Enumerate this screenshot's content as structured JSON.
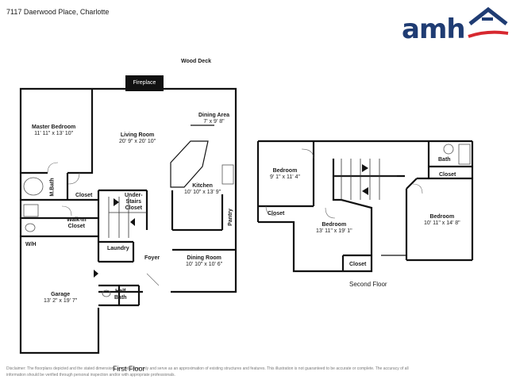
{
  "header": {
    "address": "7117 Daerwood Place, Charlotte"
  },
  "logo": {
    "text": "amh",
    "colors": {
      "blue": "#1f3c73",
      "red": "#d7282f"
    }
  },
  "floors": {
    "first": "First Floor",
    "second": "Second Floor"
  },
  "labels": {
    "wood_deck": "Wood Deck",
    "fireplace": "Fireplace",
    "dining_area": {
      "name": "Dining Area",
      "dims": "7' x 9' 8\""
    },
    "master_bedroom": {
      "name": "Master Bedroom",
      "dims": "11' 11\" x 13' 10\""
    },
    "living_room": {
      "name": "Living Room",
      "dims": "20' 9\" x 20' 10\""
    },
    "kitchen": {
      "name": "Kitchen",
      "dims": "10' 10\" x 13' 9\""
    },
    "m_bath": "M.Bath",
    "closet": "Closet",
    "under_stairs": "Under-\nStairs\nCloset",
    "walk_in": "Walk-In\nCloset",
    "pantry": "Pantry",
    "wh": "W/H",
    "laundry": "Laundry",
    "foyer": "Foyer",
    "dining_room": {
      "name": "Dining Room",
      "dims": "10' 10\" x 10' 6\""
    },
    "garage": {
      "name": "Garage",
      "dims": "13' 2\" x 19' 7\""
    },
    "half_bath": "Half\nBath",
    "bedroom_a": {
      "name": "Bedroom",
      "dims": "9' 1\" x 11' 4\""
    },
    "bedroom_b": {
      "name": "Bedroom",
      "dims": "13' 11\" x 19' 1\""
    },
    "bedroom_c": {
      "name": "Bedroom",
      "dims": "10' 11\" x 14' 8\""
    },
    "bath": "Bath"
  },
  "disclaimer": "Disclaimer: The floorplans depicted and the stated dimensions are indicative only and serve as an approximation of existing structures and features. This illustration is not guaranteed to be accurate or complete. The accuracy of all information should be verified through personal inspection and/or with appropriate professionals."
}
